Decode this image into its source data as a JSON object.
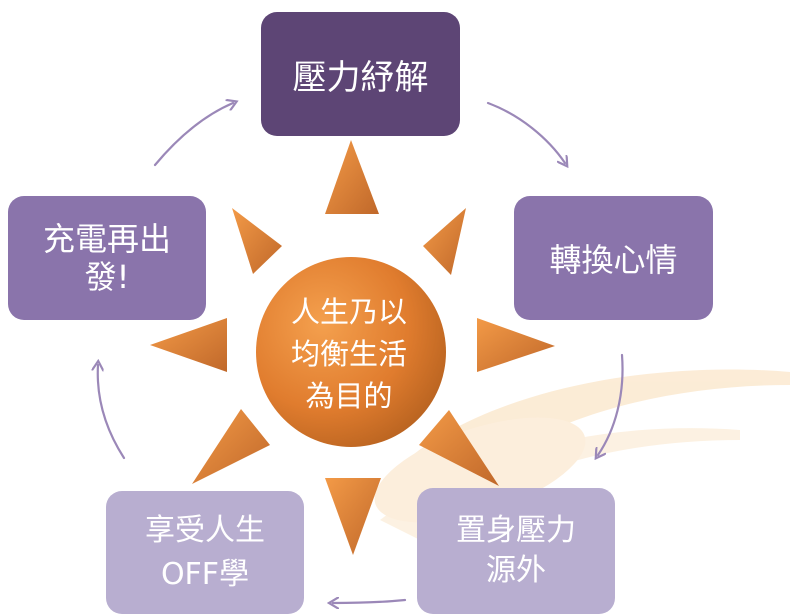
{
  "center": {
    "lines": [
      "人生乃以",
      "均衡生活",
      "為目的"
    ]
  },
  "nodes": {
    "top": {
      "lines": [
        "壓力紓解"
      ]
    },
    "right": {
      "lines": [
        "轉換心情"
      ]
    },
    "bottom_right": {
      "lines": [
        "置身壓力",
        "源外"
      ]
    },
    "bottom_left": {
      "lines": [
        "享受人生",
        "OFF學"
      ]
    },
    "left": {
      "lines": [
        "充電再出",
        "發!"
      ]
    }
  },
  "colors": {
    "node_dark": "#5d4575",
    "node_mid": "#8a74ab",
    "node_light": "#b8aed0",
    "sun_orange": "#f08c3c",
    "sun_dark": "#b5611f",
    "arrow": "#9b88b8",
    "watermark": "#f6c98c"
  },
  "icons": {
    "center_shape": "sun-icon",
    "cycle_arrows": "curved-arrow-icon"
  }
}
